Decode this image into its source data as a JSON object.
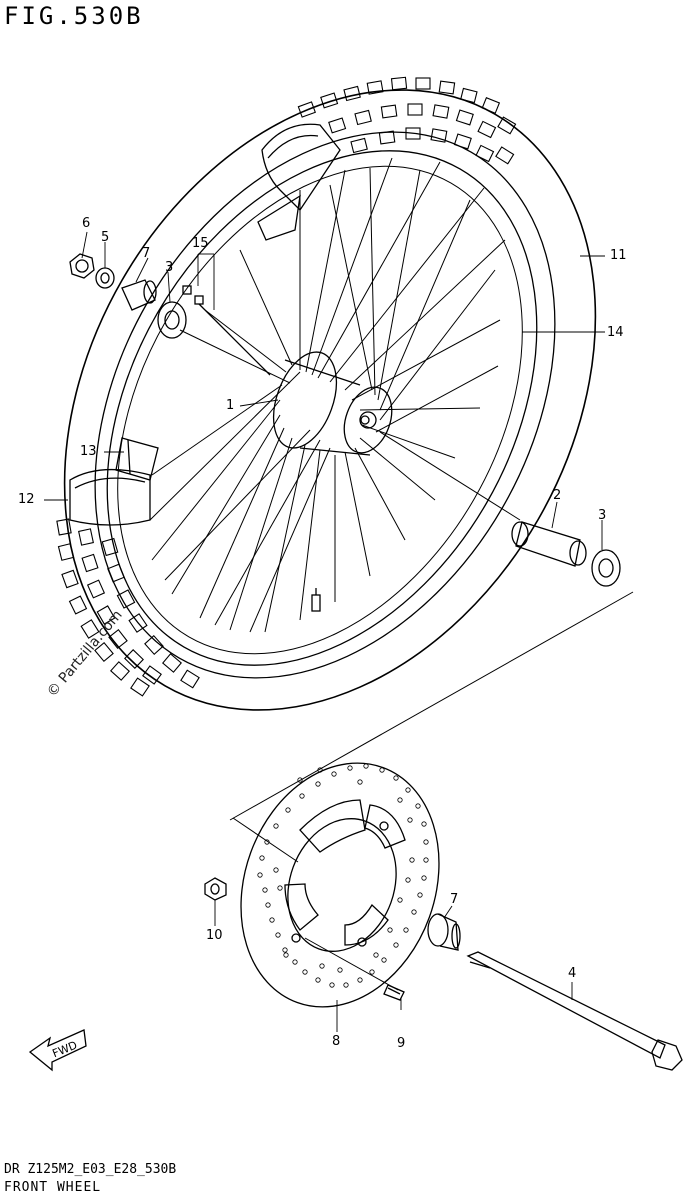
{
  "figure": {
    "title": "FIG.530B",
    "footer_code": "DR Z125M2_E03_E28_530B",
    "footer_name": "FRONT WHEEL",
    "watermark": "© Partzilla.com",
    "fwd_label": "FWD"
  },
  "callouts": [
    {
      "id": "1",
      "label": "1"
    },
    {
      "id": "2",
      "label": "2"
    },
    {
      "id": "3a",
      "label": "3"
    },
    {
      "id": "3b",
      "label": "3"
    },
    {
      "id": "4",
      "label": "4"
    },
    {
      "id": "5",
      "label": "5"
    },
    {
      "id": "6",
      "label": "6"
    },
    {
      "id": "7a",
      "label": "7"
    },
    {
      "id": "7b",
      "label": "7"
    },
    {
      "id": "8",
      "label": "8"
    },
    {
      "id": "9",
      "label": "9"
    },
    {
      "id": "10",
      "label": "10"
    },
    {
      "id": "11",
      "label": "11"
    },
    {
      "id": "12",
      "label": "12"
    },
    {
      "id": "13",
      "label": "13"
    },
    {
      "id": "14",
      "label": "14"
    },
    {
      "id": "15",
      "label": "15"
    }
  ]
}
